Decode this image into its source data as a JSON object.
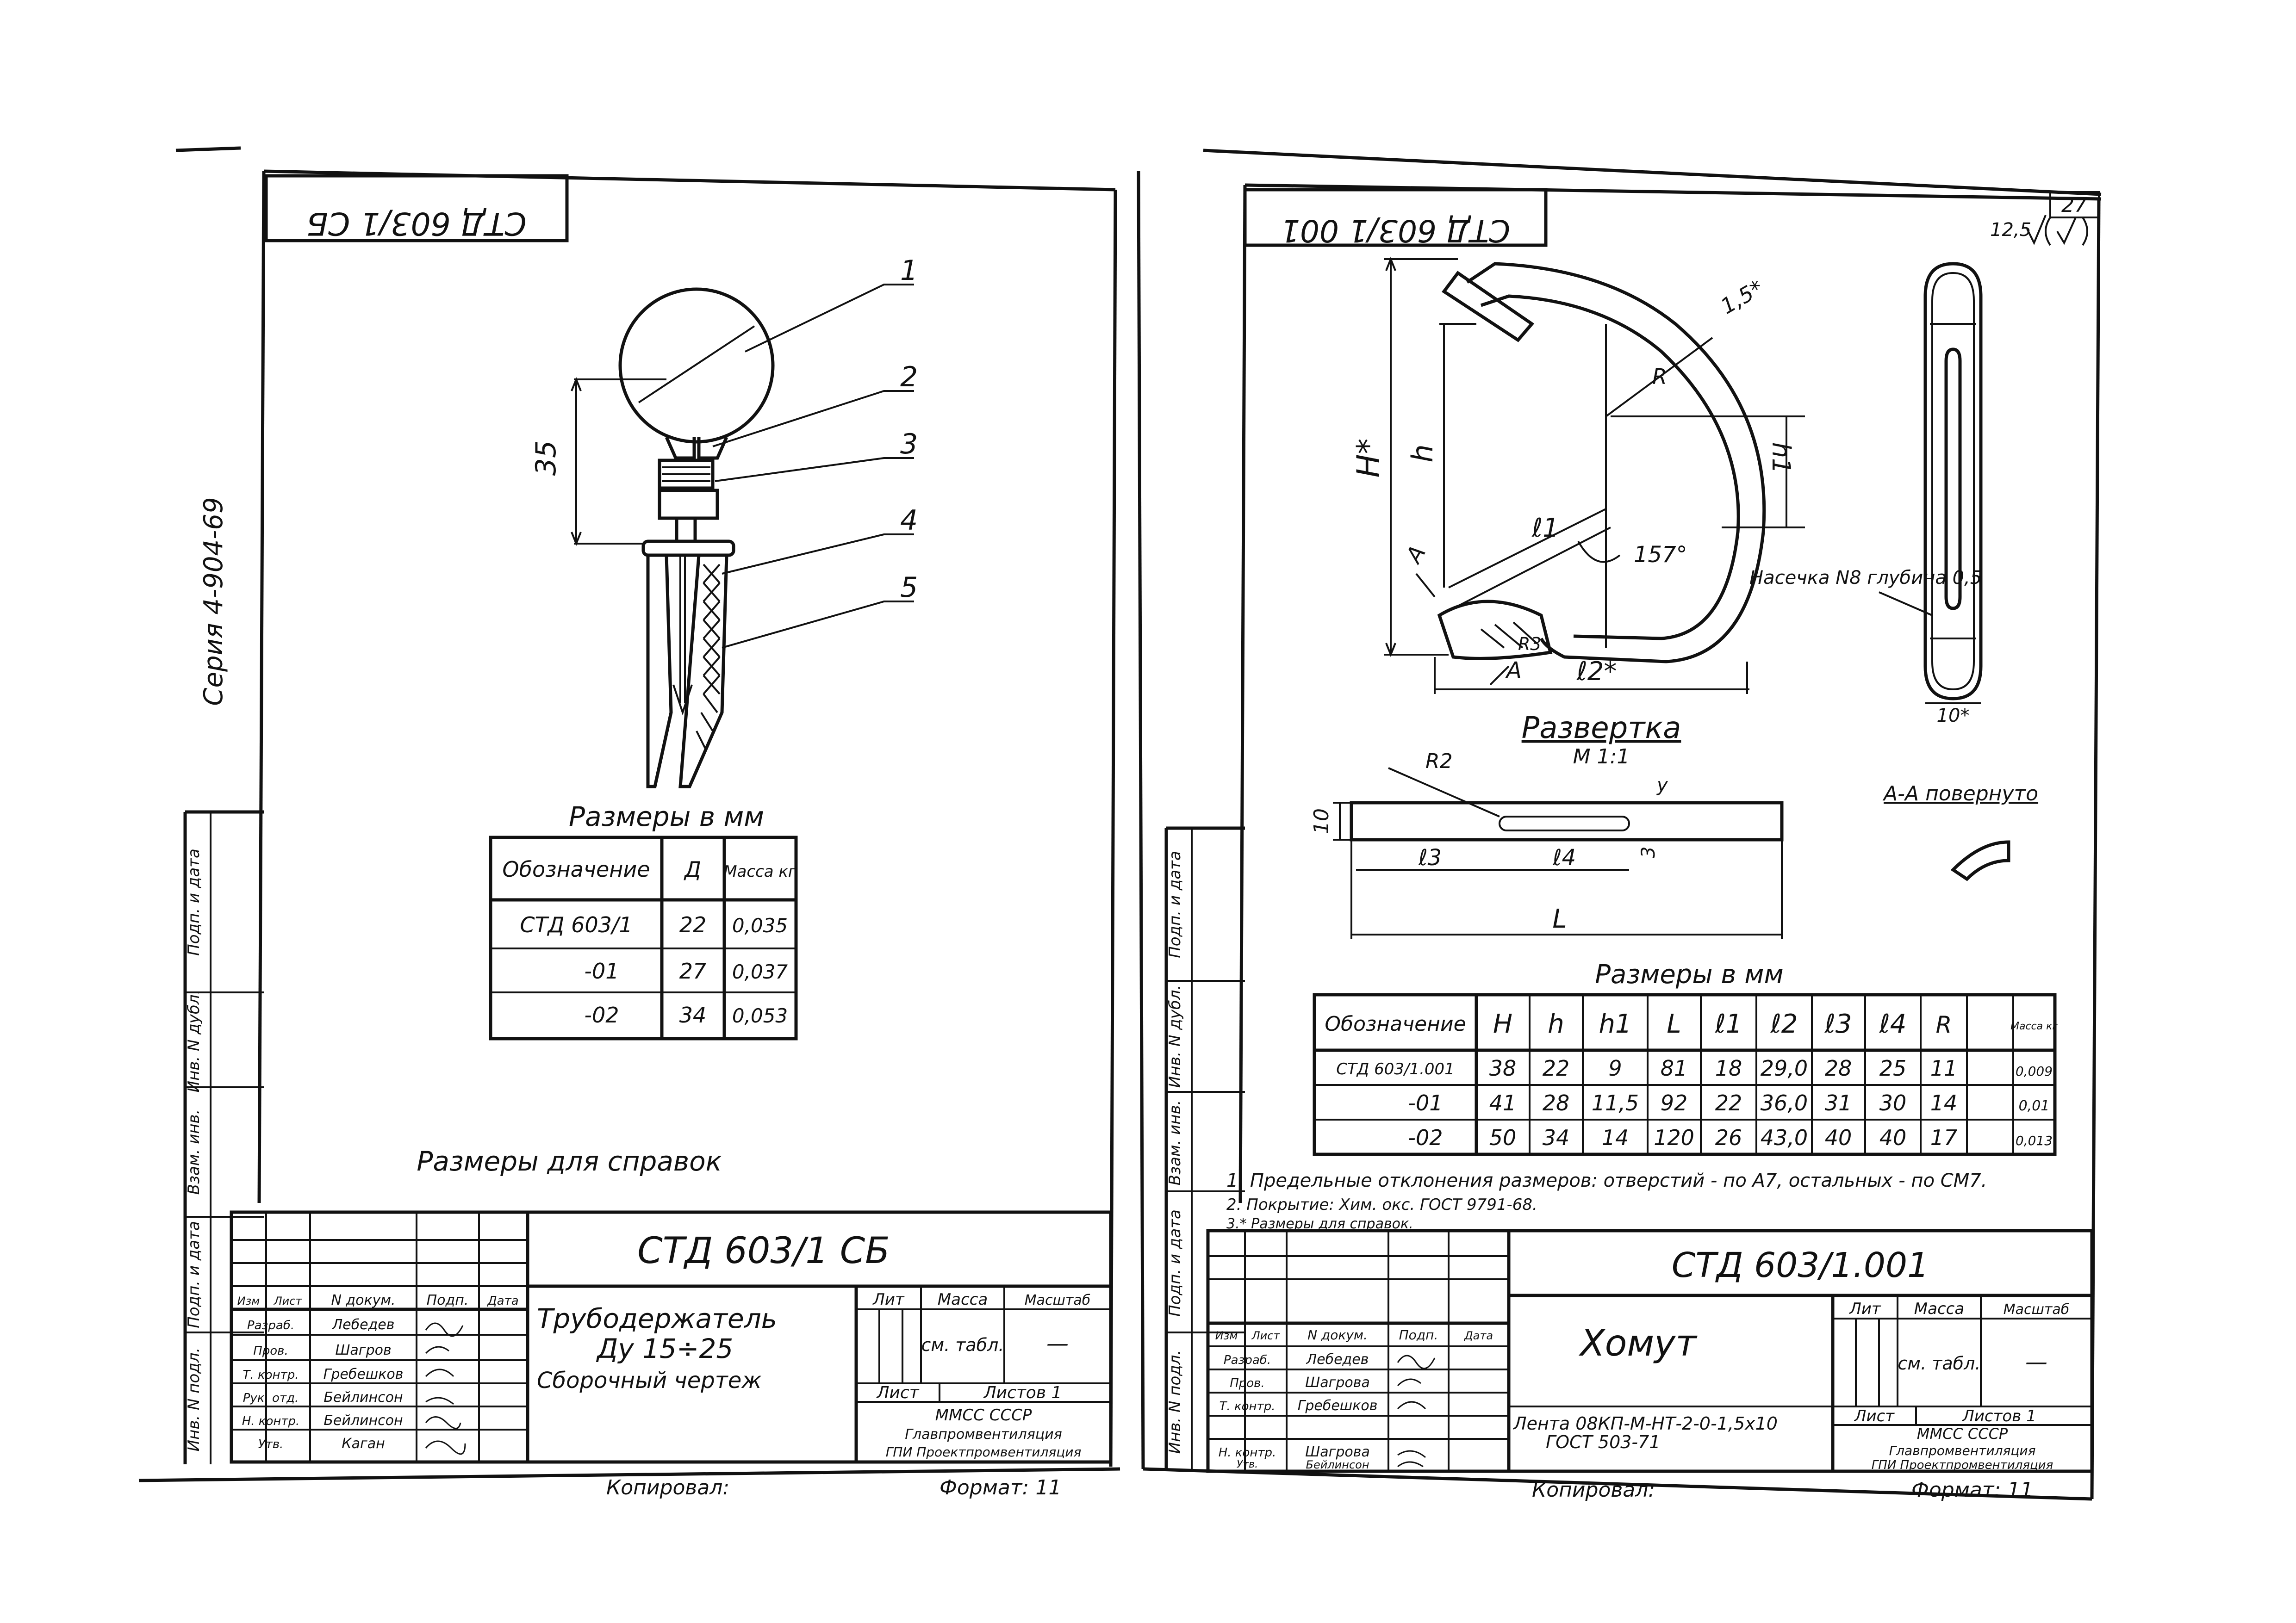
{
  "left_sheet": {
    "code_stamp": "СТД 603/1 СБ",
    "series": "Серия 4-904-69",
    "dim_35": "35",
    "callouts": [
      "1",
      "2",
      "3",
      "4",
      "5"
    ],
    "table_title": "Размеры в мм",
    "table_headers": [
      "Обозначение",
      "Д",
      "Масса кг"
    ],
    "table_rows": [
      [
        "СТД 603/1",
        "22",
        "0,035"
      ],
      [
        "-01",
        "27",
        "0,037"
      ],
      [
        "-02",
        "34",
        "0,053"
      ]
    ],
    "note": "Размеры для справок",
    "side_labels": [
      "Подп. и дата",
      "Инв. N дубл.",
      "Взам. инв.",
      "Подп. и дата",
      "Инв. N подл."
    ],
    "title_block": {
      "designation": "СТД 603/1 СБ",
      "name_line1": "Трубодержатель",
      "name_line2": "Ду 15÷25",
      "name_line3": "Сборочный чертеж",
      "col_headers": [
        "Изм",
        "Лист",
        "N докум.",
        "Подп.",
        "Дата"
      ],
      "roles": [
        "Разраб.",
        "Пров.",
        "Т. контр.",
        "Рук. отд.",
        "Н. контр.",
        "Утв."
      ],
      "names": [
        "Лебедев",
        "Шагров",
        "Гребешков",
        "Бейлинсон",
        "Бейлинсон",
        "Каган"
      ],
      "lit_header": "Лит",
      "mass_header": "Масса",
      "scale_header": "Масштаб",
      "mass_value": "см. табл.",
      "scale_value": "—",
      "sheet": "Лист",
      "sheets": "Листов 1",
      "org_line1": "ММСС СССР",
      "org_line2": "Главпромвентиляция",
      "org_line3": "ГПИ Проектпромвентиляция",
      "copied": "Копировал:",
      "format": "Формат: 11"
    }
  },
  "right_sheet": {
    "code_stamp": "СТД 603/1 001",
    "page_number": "27",
    "roughness": "12,5",
    "dims": {
      "H": "H*",
      "h": "h",
      "h1": "h1",
      "l1": "ℓ1",
      "l2": "ℓ2*",
      "R": "R",
      "R3": "R3",
      "angle": "157°",
      "t15": "1,5*",
      "A": "A",
      "w10": "10*"
    },
    "note_notch": "Насечка N8 глубина 0,5",
    "razvertka": "Развертка",
    "scale": "М 1:1",
    "razvertka_dims": {
      "R2": "R2",
      "ten": "10",
      "y": "y",
      "l3": "ℓ3",
      "l4": "ℓ4",
      "L": "L",
      "three": "3"
    },
    "section": "А-А повернуто",
    "table_title": "Размеры в мм",
    "table_headers": [
      "Обозначение",
      "H",
      "h",
      "h1",
      "L",
      "ℓ1",
      "ℓ2",
      "ℓ3",
      "ℓ4",
      "R",
      "Масса кг"
    ],
    "table_rows": [
      [
        "СТД 603/1.001",
        "38",
        "22",
        "9",
        "81",
        "18",
        "29,0",
        "28",
        "25",
        "11",
        "0,009"
      ],
      [
        "-01",
        "41",
        "28",
        "11,5",
        "92",
        "22",
        "36,0",
        "31",
        "30",
        "14",
        "0,01"
      ],
      [
        "-02",
        "50",
        "34",
        "14",
        "120",
        "26",
        "43,0",
        "40",
        "40",
        "17",
        "0,013"
      ]
    ],
    "notes": [
      "1. Предельные отклонения размеров: отверстий - по А7, остальных - по СМ7.",
      "2. Покрытие: Хим. окс. ГОСТ 9791-68.",
      "3.* Размеры для справок."
    ],
    "side_labels": [
      "Подп. и дата",
      "Инв. N дубл.",
      "Взам. инв.",
      "Подп. и дата",
      "Инв. N подл."
    ],
    "title_block": {
      "designation": "СТД 603/1.001",
      "name": "Хомут",
      "material_line1": "Лента 08КП-М-НТ-2-0-1,5х10",
      "material_line2": "ГОСТ 503-71",
      "col_headers": [
        "Изм",
        "Лист",
        "N докум.",
        "Подп.",
        "Дата"
      ],
      "roles": [
        "Разраб.",
        "Пров.",
        "Т. контр.",
        "Н. контр.",
        "Утв."
      ],
      "names": [
        "Лебедев",
        "Шагрова",
        "Гребешков",
        "Шагрова",
        "Бейлинсон"
      ],
      "lit_header": "Лит",
      "mass_header": "Масса",
      "scale_header": "Масштаб",
      "mass_value": "см. табл.",
      "scale_value": "—",
      "sheet": "Лист",
      "sheets": "Листов 1",
      "org_line1": "ММСС СССР",
      "org_line2": "Главпромвентиляция",
      "org_line3": "ГПИ Проектпромвентиляция",
      "copied": "Копировал:",
      "format": "Формат: 11"
    }
  }
}
